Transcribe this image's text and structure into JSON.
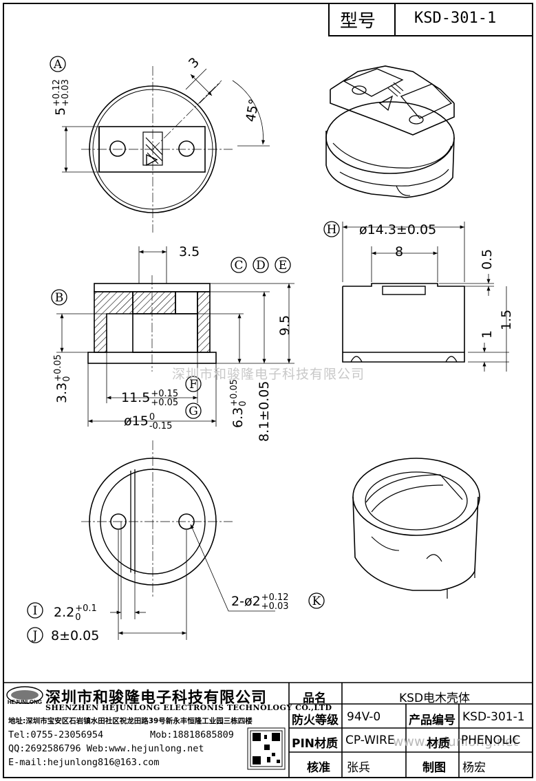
{
  "header": {
    "type_label": "型号",
    "model": "KSD-301-1"
  },
  "dimensions": {
    "d3": "3",
    "d45": "45°",
    "d35": "3.5",
    "d95": "9.5",
    "d8top": "8",
    "d05": "0.5",
    "d1": "1",
    "d15": "1.5",
    "dia143": "ø14.3±0.05",
    "a_base": "5",
    "a_up": "+0.12",
    "a_lo": "+0.03",
    "b_base": "3.3",
    "b_up": "+0.05",
    "b_lo": "0",
    "d115_base": "11.5",
    "d115_up": "+0.15",
    "d115_lo": "+0.05",
    "d15_base": "ø15",
    "d15_up": "0",
    "d15_lo": "-0.15",
    "d63_base": "6.3",
    "d63_up": "+0.05",
    "d63_lo": "0",
    "d81": "8.1±0.05",
    "i_base": "2.2",
    "i_up": "+0.1",
    "i_lo": "0",
    "j_dim": "8±0.05",
    "k_base": "2-ø2",
    "k_up": "+0.12",
    "k_lo": "+0.03"
  },
  "labels": {
    "A": "A",
    "B": "B",
    "C": "C",
    "D": "D",
    "E": "E",
    "F": "F",
    "G": "G",
    "H": "H",
    "I": "I",
    "J": "J",
    "K": "K"
  },
  "company": {
    "name_cn": "深圳市和骏隆电子科技有限公司",
    "name_en": "SHENZHEN HEJUNLONG ELECTRONIS TECHNOLOGY CO.,LTD",
    "address": "地址:深圳市宝安区石岩镇水田社区祝龙田路39号新永丰恒隆工业园三栋四楼",
    "tel": "Tel:0755-23056954",
    "mob": "Mob:18818685809",
    "qq_web": "QQ:2692586796 Web:www.hejunlong.net",
    "email": "E-mail:hejunlong816@163.com",
    "logo_text": "HEJUNLONG"
  },
  "spec": {
    "name_label": "品名",
    "name_value": "KSD电木壳体",
    "fire_label": "防火等级",
    "fire_value": "94V-0",
    "code_label": "产品编号",
    "code_value": "KSD-301-1",
    "pin_label": "PIN材质",
    "pin_value": "CP-WIRE",
    "mat_label": "材质",
    "mat_value": "PHENOLIC",
    "check_label": "核准",
    "check_value": "张兵",
    "draw_label": "制图",
    "draw_value": "杨宏"
  },
  "watermark": {
    "center": "深圳市和骏隆电子科技有限公司",
    "bottom": "www.hejunlong.net"
  }
}
